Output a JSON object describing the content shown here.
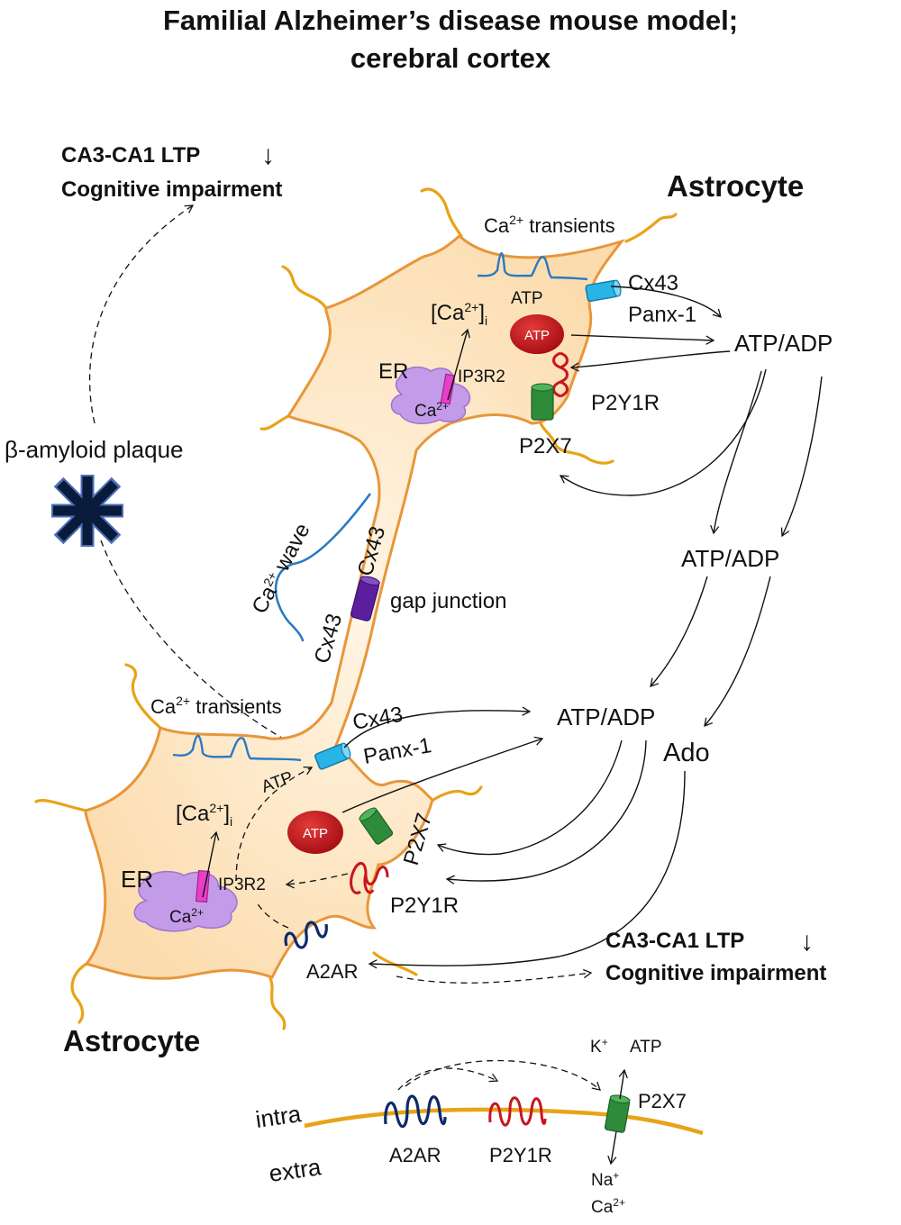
{
  "title": {
    "line1": "Familial  Alzheimer’s disease mouse model;",
    "line2": "cerebral cortex"
  },
  "outcome_top": {
    "line1": "CA3-CA1 LTP",
    "line2": "Cognitive impairment",
    "arrow": "↓"
  },
  "outcome_bottom": {
    "line1": "CA3-CA1 LTP",
    "line2": "Cognitive impairment",
    "arrow": "↓"
  },
  "plaque_label": "β-amyloid plaque",
  "astrocyte_top": {
    "name": "Astrocyte",
    "transients": "transients",
    "ca": "Ca",
    "ca_sup": "2+",
    "ca_i_open": "[Ca",
    "ca_i_sup": "2+",
    "ca_i_close": "]",
    "ca_i_sub": "i",
    "er": "ER",
    "ip3r2": "IP3R2",
    "er_ca": "Ca",
    "er_ca_sup": "2+",
    "atp_small": "ATP",
    "atp_vesicle": "ATP",
    "cx43": "Cx43",
    "panx1": "Panx-1",
    "p2y1r": "P2Y1R",
    "p2x7": "P2X7"
  },
  "process": {
    "ca_wave": "Ca",
    "ca_wave_sup": "2+",
    "wave": " wave",
    "cx43_upper": "Cx43",
    "cx43_lower": "Cx43",
    "gap_junction": "gap junction"
  },
  "astrocyte_bottom": {
    "name": "Astrocyte",
    "transients": "transients",
    "ca": "Ca",
    "ca_sup": "2+",
    "ca_i_open": "[Ca",
    "ca_i_sup": "2+",
    "ca_i_close": "]",
    "ca_i_sub": "i",
    "er": "ER",
    "ip3r2": "IP3R2",
    "er_ca": "Ca",
    "er_ca_sup": "2+",
    "atp_small": "ATP",
    "atp_vesicle": "ATP",
    "cx43": "Cx43",
    "panx1": "Panx-1",
    "p2x7": "P2X7",
    "p2y1r": "P2Y1R",
    "a2ar": "A2AR"
  },
  "extracellular": {
    "atp_adp_1": "ATP/ADP",
    "atp_adp_2": "ATP/ADP",
    "atp_adp_3": "ATP/ADP",
    "ado": "Ado"
  },
  "membrane_inset": {
    "intra": "intra",
    "extra": "extra",
    "a2ar": "A2AR",
    "p2y1r": "P2Y1R",
    "p2x7": "P2X7",
    "k": "K",
    "k_sup": "+",
    "atp": "ATP",
    "na": "Na",
    "na_sup": "+",
    "ca": "Ca",
    "ca_sup": "2+"
  },
  "colors": {
    "cell_fill": "#fde4bf",
    "cell_stroke": "#e8963a",
    "process_line": "#e8a317",
    "transient_trace": "#2a79c2",
    "cx43_channel": "#29b4e8",
    "gap_junction": "#5b1f9e",
    "atp_vesicle": "#c8161d",
    "p2y1r": "#c8161d",
    "p2x7": "#2e8b3a",
    "a2ar": "#0d2a6b",
    "ip3r2": "#e63fc8",
    "er": "#c49be8",
    "plaque": "#0a1a3a"
  }
}
